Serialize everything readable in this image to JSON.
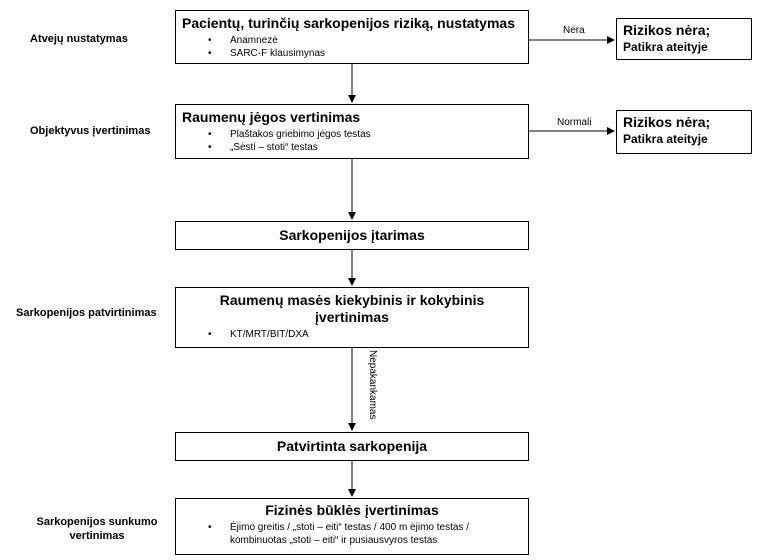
{
  "stages": {
    "s1": "Atvejų nustatymas",
    "s2": "Objektyvus įvertinimas",
    "s3": "Sarkopenijos patvirtinimas",
    "s4_line1": "Sarkopenijos sunkumo",
    "s4_line2": "vertinimas"
  },
  "boxes": {
    "risk": {
      "title": "Pacientų, turinčių sarkopenijos riziką, nustatymas",
      "items": [
        "Anamnezė",
        "SARC-F klausimynas"
      ]
    },
    "strength": {
      "title": "Raumenų jėgos vertinimas",
      "items": [
        "Plaštakos griebimo jėgos testas",
        "„Sėsti – stoti“ testas"
      ]
    },
    "suspicion": {
      "title": "Sarkopenijos įtarimas"
    },
    "mass": {
      "title_line1": "Raumenų masės kiekybinis ir kokybinis",
      "title_line2": "įvertinimas",
      "items": [
        "KT/MRT/BIT/DXA"
      ]
    },
    "confirmed": {
      "title": "Patvirtinta sarkopenija"
    },
    "physical": {
      "title": "Fizinės būklės įvertinimas",
      "item_line1": "Ėjimo greitis / „stoti – eiti“ testas / 400 m ėjimo testas /",
      "item_line2": "kombinuotas „stoti – eiti“ ir pusiausvyros testas"
    },
    "norisk1": {
      "line1": "Rizikos nėra;",
      "line2": "Patikra ateityje"
    },
    "norisk2": {
      "line1": "Rizikos nėra;",
      "line2": "Patikra ateityje"
    }
  },
  "edges": {
    "none": "Nėra",
    "normal": "Normali",
    "insufficient": "Nepakankamas"
  }
}
